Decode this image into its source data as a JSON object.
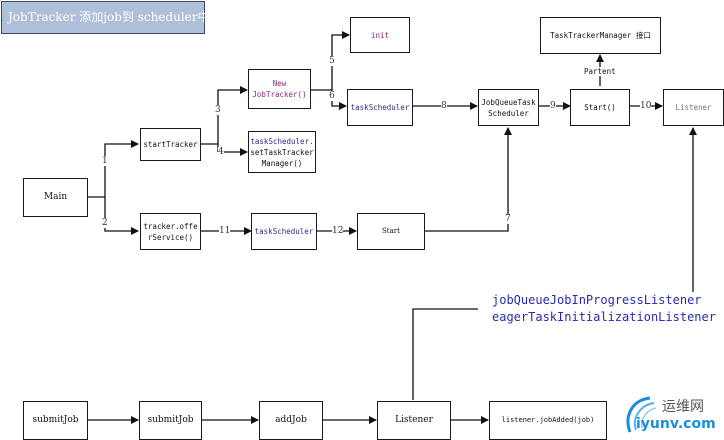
{
  "title": "JobTracker 添加job到 scheduler中",
  "nodes": {
    "main": "Main",
    "start_tracker": "startTracker",
    "new_jobtracker_line1": "New",
    "new_jobtracker_line2": "JobTracker()",
    "init": "init",
    "set_task_tracker_line1": "taskScheduler.",
    "set_task_tracker_line2": "setTaskTracker",
    "set_task_tracker_line3": "Manager()",
    "task_scheduler_top": "taskScheduler",
    "job_queue_line1": "JobQueueTask",
    "job_queue_line2": "Scheduler",
    "start_method": "Start()",
    "task_tracker_manager": "TaskTrackerManager 接口",
    "listener_top": "Listener",
    "offer_service_line1": "tracker.offe",
    "offer_service_line2": "rService()",
    "task_scheduler_mid": "taskScheduler",
    "start_mid": "Start",
    "submit_job_1": "submitJob",
    "submit_job_2": "submitJob",
    "add_job": "addJob",
    "listener_bottom": "Listener",
    "job_added": "listener.jobAdded(job)"
  },
  "edge_labels": {
    "e1": "1",
    "e2": "2",
    "e3": "3",
    "e4": "4",
    "e5": "5",
    "e6": "6",
    "e7": "7",
    "e8": "8",
    "e9": "9",
    "e10": "10",
    "e11": "11",
    "e12": "12",
    "parent": "Partent"
  },
  "listeners_note": {
    "line1": "jobQueueJobInProgressListener",
    "line2": "eagerTaskInitializationListener"
  },
  "watermark": {
    "cn": "运维网",
    "en": "iyunv.com"
  },
  "colors": {
    "title_bg": "#adbfd9",
    "method_blue": "#2c2c8c",
    "constructor_purple": "#8a2a80",
    "note_blue": "#2a2ab0",
    "watermark_blue": "#1a8fd8"
  }
}
